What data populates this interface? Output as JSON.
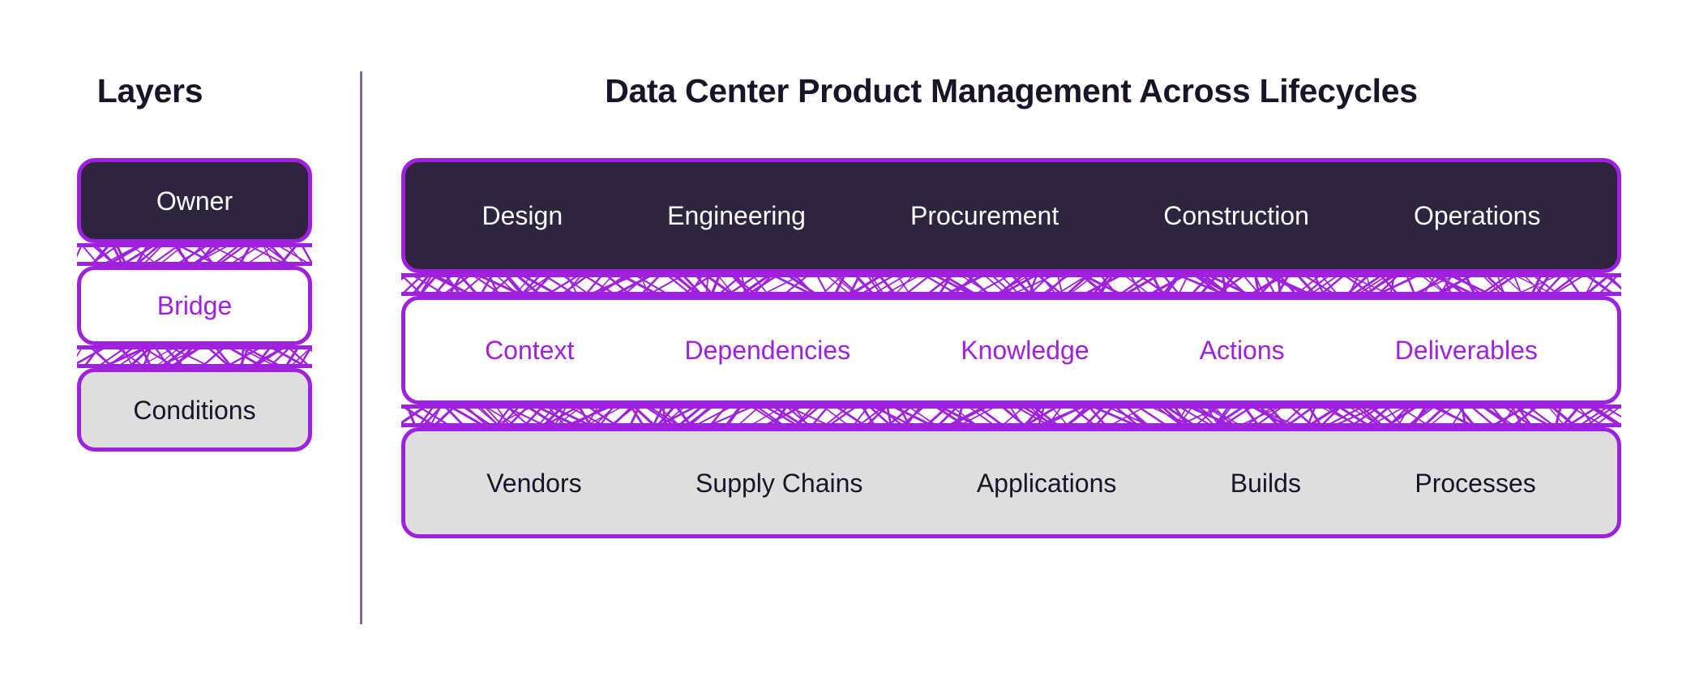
{
  "theme": {
    "accent": "#a020e0",
    "dark": "#2e2440",
    "light": "#dedede",
    "white": "#ffffff",
    "text_dark": "#1b1429",
    "divider": "#7d6f99",
    "background": "#ffffff"
  },
  "left": {
    "heading": "Layers",
    "layers": [
      {
        "key": "owner",
        "label": "Owner"
      },
      {
        "key": "bridge",
        "label": "Bridge"
      },
      {
        "key": "conditions",
        "label": "Conditions"
      }
    ]
  },
  "main": {
    "title": "Data Center Product Management Across Lifecycles",
    "rows": [
      {
        "key": "owner",
        "cells": [
          "Design",
          "Engineering",
          "Procurement",
          "Construction",
          "Operations"
        ]
      },
      {
        "key": "bridge",
        "cells": [
          "Context",
          "Dependencies",
          "Knowledge",
          "Actions",
          "Deliverables"
        ]
      },
      {
        "key": "conditions",
        "cells": [
          "Vendors",
          "Supply Chains",
          "Applications",
          "Builds",
          "Processes"
        ]
      }
    ]
  },
  "connectors": [
    {
      "name": "weave-owner-bridge"
    },
    {
      "name": "weave-bridge-conditions"
    }
  ]
}
